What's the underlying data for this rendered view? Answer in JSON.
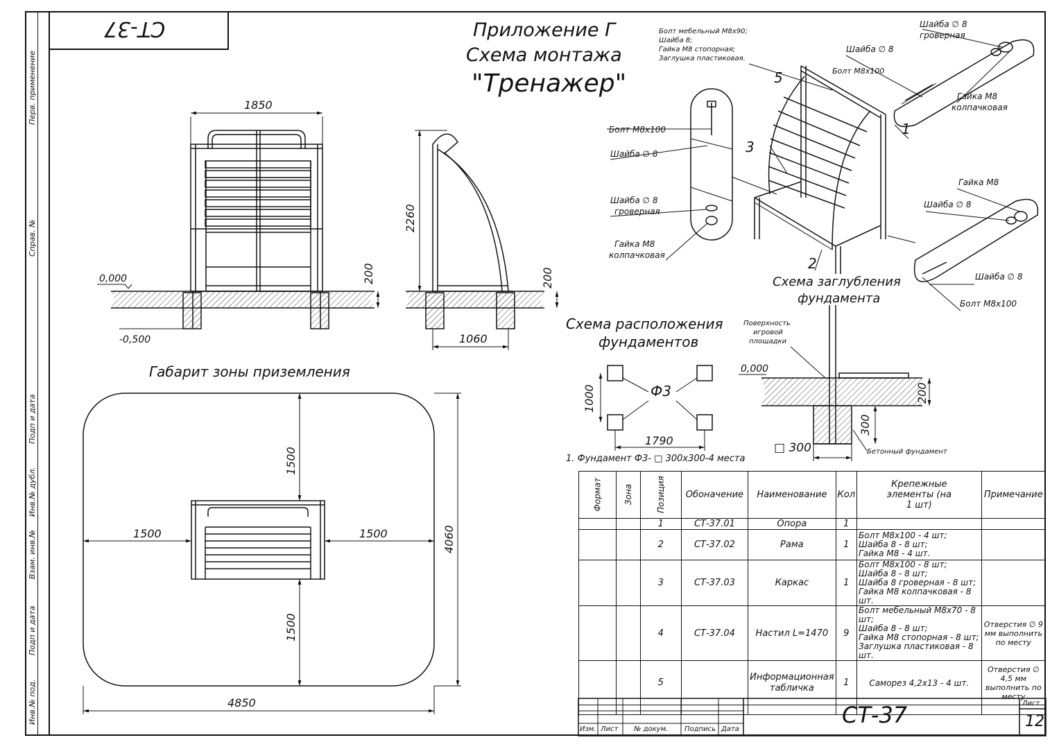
{
  "sheet": {
    "code_box": "СТ-37",
    "title_line1": "Приложение Г",
    "title_line2": "Схема монтажа",
    "title_line3": "\"Тренажер\"",
    "side_labels": [
      "Перв. применение",
      "Справ. №",
      "Подп и дата",
      "Инв.№ дубл.",
      "Взам. инв.№",
      "Подп и дата",
      "Инв.№ под."
    ]
  },
  "front_view": {
    "width_dim": "1850",
    "level_zero": "0,000",
    "level_minus": "-0,500",
    "depth_dim": "200"
  },
  "side_view": {
    "height_dim": "2260",
    "depth_dim": "200",
    "length_dim": "1060"
  },
  "iso_view": {
    "callout_bolt_list": [
      "Болт мебельный М8х90;",
      "Шайба 8;",
      "Гайка М8 стопорная;",
      "Заглушка пластиковая."
    ],
    "label_bolt_m8x100_top": "Болт М8х100",
    "label_washer8_top": "Шайба ∅ 8",
    "label_spring_washer_top": "Шайба ∅ 8",
    "label_spring_washer_top2": "гроверная",
    "label_cap_nut_top": "Гайка М8",
    "label_cap_nut_top2": "колпачковая",
    "left_bolt": "Болт М8х100",
    "left_washer": "Шайба ∅ 8",
    "left_spring_washer": "Шайба ∅ 8",
    "left_spring_washer2": "гроверная",
    "left_cap_nut": "Гайка М8",
    "left_cap_nut2": "колпачковая",
    "right_nut": "Гайка М8",
    "right_washer": "Шайба ∅ 8",
    "right_washer2": "Шайба ∅ 8",
    "right_bolt": "Болт М8х100",
    "pos_numbers": [
      "1",
      "2",
      "3",
      "5"
    ]
  },
  "foundation_depth": {
    "title1": "Схема заглубления",
    "title2": "фундамента",
    "surface1": "Поверхность",
    "surface2": "игровой",
    "surface3": "площадки",
    "level": "0,000",
    "dim200": "200",
    "dim300": "300",
    "square": "□ 300",
    "concrete": "Бетонный фундамент"
  },
  "foundation_layout": {
    "title1": "Схема расположения",
    "title2": "фундаментов",
    "label": "Ф3",
    "dim_h": "1000",
    "dim_w": "1790",
    "note": "1. Фундамент Ф3- □ 300х300-4 места"
  },
  "landing_zone": {
    "title": "Габарит зоны приземления",
    "left": "1500",
    "right": "1500",
    "top": "1500",
    "bottom": "1500",
    "total_w": "4850",
    "total_h": "4060"
  },
  "spec_table": {
    "headers": {
      "format": "Формат",
      "zone": "Зона",
      "pos": "Позиция",
      "designation": "Обоначение",
      "name": "Наименование",
      "qty": "Кол",
      "fasteners": "Крепежные элементы (на 1 шт)",
      "note": "Примечание"
    },
    "rows": [
      {
        "pos": "1",
        "designation": "СТ-37.01",
        "name": "Опора",
        "qty": "1",
        "fasteners": [],
        "note": ""
      },
      {
        "pos": "2",
        "designation": "СТ-37.02",
        "name": "Рама",
        "qty": "1",
        "fasteners": [
          "Болт М8х100 - 4 шт;",
          "Шайба 8 - 8 шт;",
          "Гайка М8 - 4 шт."
        ],
        "note": ""
      },
      {
        "pos": "3",
        "designation": "СТ-37.03",
        "name": "Каркас",
        "qty": "1",
        "fasteners": [
          "Болт М8х100 - 8 шт;",
          "Шайба 8 - 8 шт;",
          "Шайба 8 гроверная - 8 шт;",
          "Гайка М8 колпачковая - 8 шт."
        ],
        "note": ""
      },
      {
        "pos": "4",
        "designation": "СТ-37.04",
        "name": "Настил L=1470",
        "qty": "9",
        "fasteners": [
          "Болт мебельный М8х70 - 8 шт;",
          "Шайба 8 - 8 шт;",
          "Гайка М8 стопорная - 8 шт;",
          "Заглушка пластиковая - 8 шт."
        ],
        "note": "Отверстия ∅ 9 мм выполнить по месту"
      },
      {
        "pos": "5",
        "designation": "",
        "name": "Информационная табличка",
        "qty": "1",
        "fasteners": [
          "Саморез 4,2х13 - 4 шт."
        ],
        "note": "Отверстия ∅ 4,5 мм выполнить по месту"
      }
    ]
  },
  "title_block": {
    "code": "СТ-37",
    "sheet_label": "Лист",
    "sheet_no": "12",
    "cols": [
      "Изм.",
      "Лист",
      "№ докум.",
      "Подпись",
      "Дата"
    ]
  }
}
